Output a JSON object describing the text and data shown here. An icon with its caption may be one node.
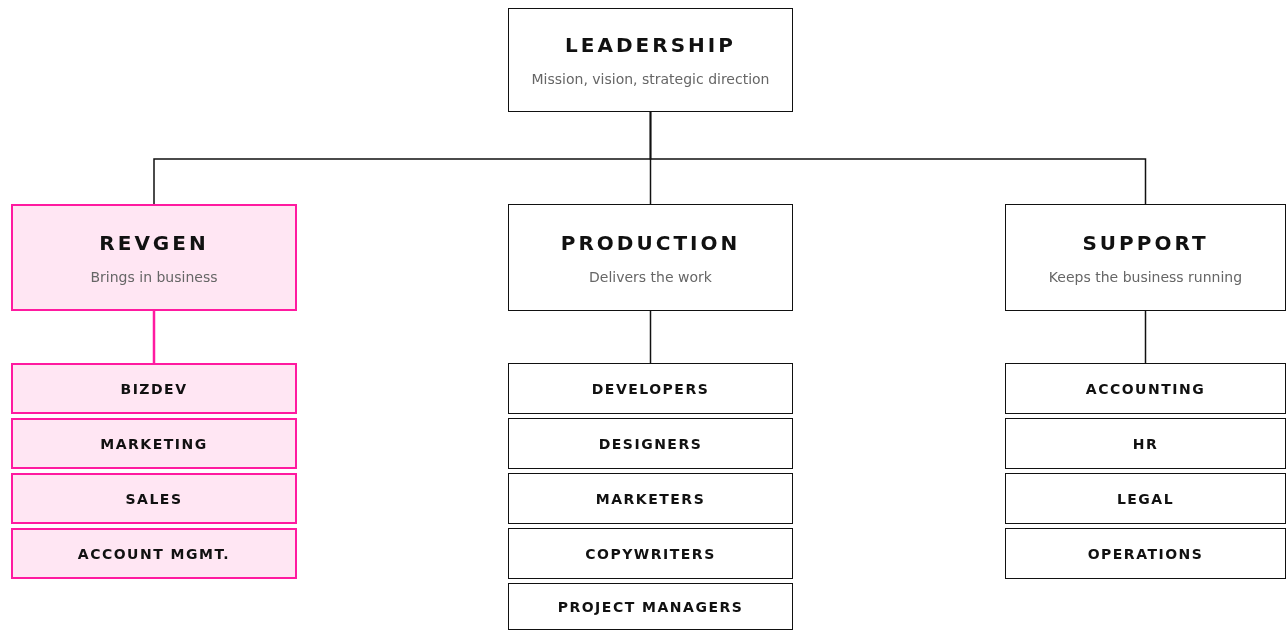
{
  "diagram": {
    "nodes": [
      {
        "text": [
          "LEADERSHIP",
          "Mission, vision, strategic direction"
        ]
      },
      {
        "text": [
          "REVGEN",
          "Brings in business"
        ]
      },
      {
        "text": [
          "PRODUCTION",
          "Delivers the work"
        ]
      },
      {
        "text": [
          "SUPPORT",
          "Keeps the business running"
        ]
      },
      {
        "text": [
          "BIZDEV"
        ]
      },
      {
        "text": [
          "MARKETING"
        ]
      },
      {
        "text": [
          "SALES"
        ]
      },
      {
        "text": [
          "ACCOUNT MGMT."
        ]
      },
      {
        "text": [
          "DEVELOPERS"
        ]
      },
      {
        "text": [
          "DESIGNERS"
        ]
      },
      {
        "text": [
          "MARKETERS"
        ]
      },
      {
        "text": [
          "COPYWRITERS"
        ]
      },
      {
        "text": [
          "PROJECT MANAGERS"
        ]
      },
      {
        "text": [
          "ACCOUNTING"
        ]
      },
      {
        "text": [
          "HR"
        ]
      },
      {
        "text": [
          "LEGAL"
        ]
      },
      {
        "text": [
          "OPERATIONS"
        ]
      }
    ],
    "edges": [
      {
        "from": 0,
        "to": 1,
        "arrow": "none"
      },
      {
        "from": 0,
        "to": 2,
        "arrow": "none"
      },
      {
        "from": 0,
        "to": 3,
        "arrow": "none"
      },
      {
        "from": 1,
        "to": 4,
        "arrow": "none",
        "color": "#ff1aa0"
      },
      {
        "from": 2,
        "to": 8,
        "arrow": "none"
      },
      {
        "from": 3,
        "to": 13,
        "arrow": "none"
      }
    ]
  }
}
